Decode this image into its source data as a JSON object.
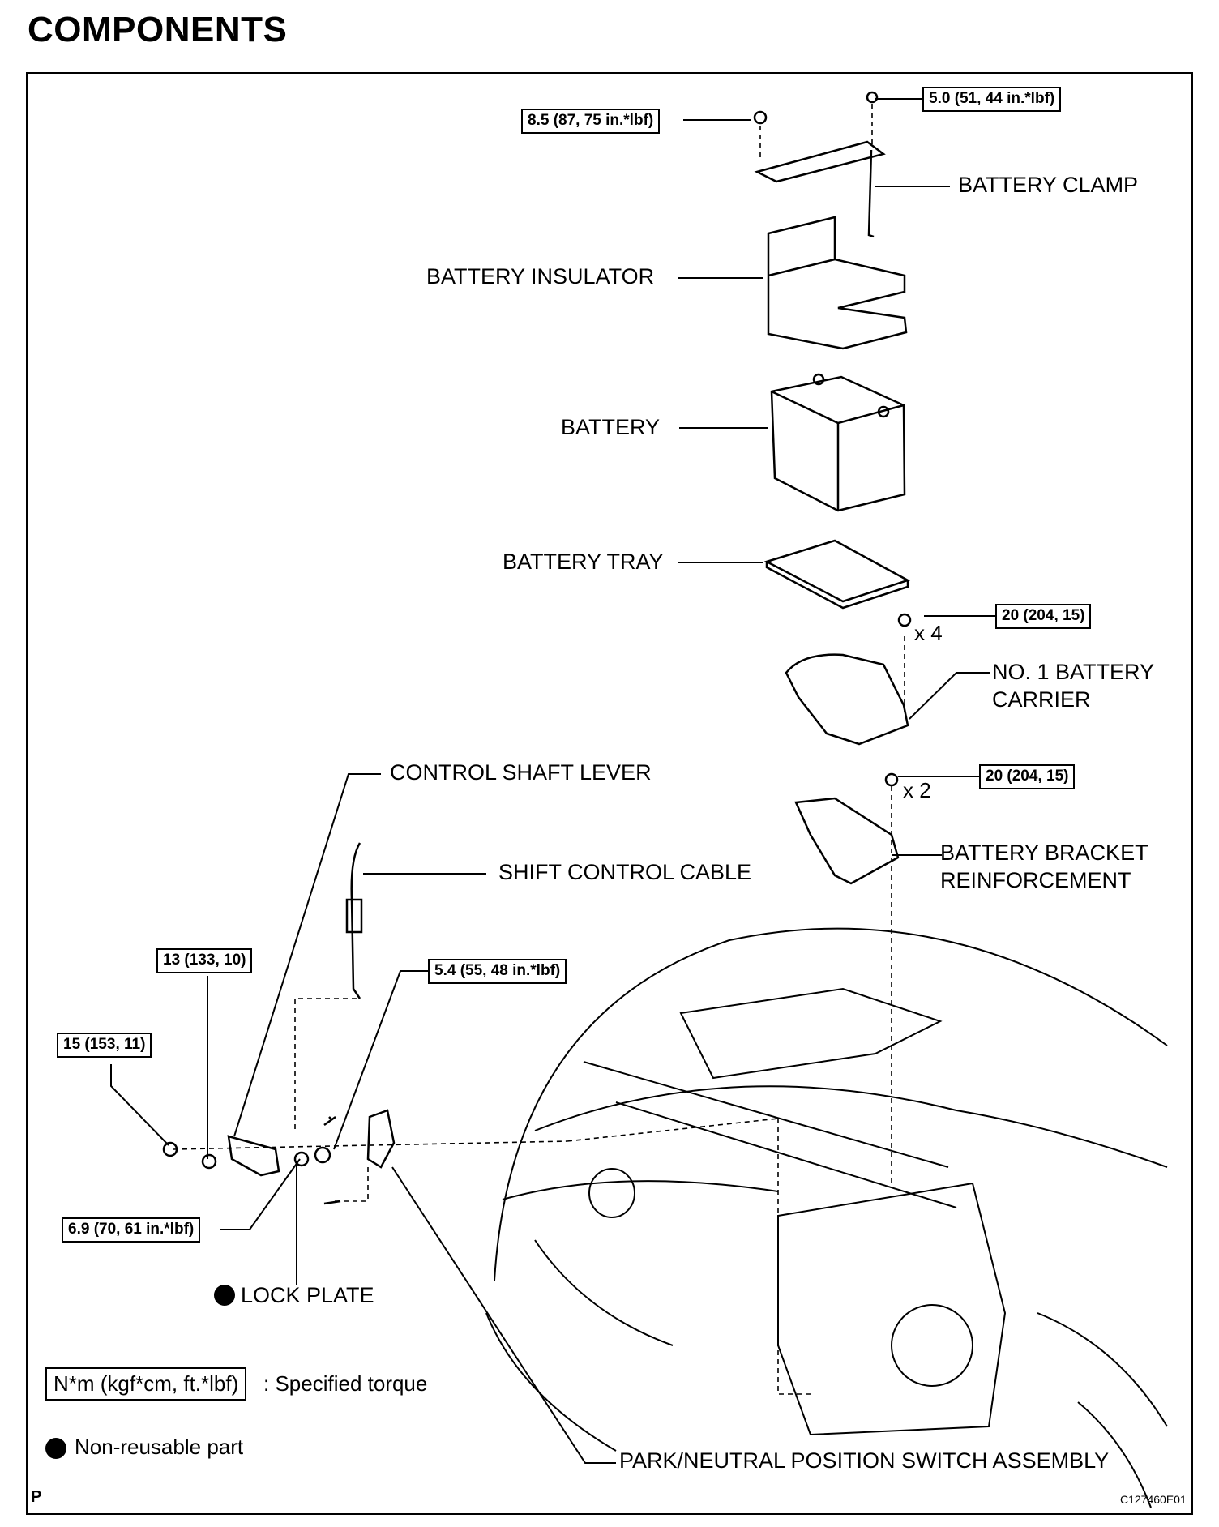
{
  "title": "COMPONENTS",
  "labels": {
    "battery_clamp": "BATTERY CLAMP",
    "battery_insulator": "BATTERY INSULATOR",
    "battery": "BATTERY",
    "battery_tray": "BATTERY TRAY",
    "battery_carrier_1": "NO. 1 BATTERY",
    "battery_carrier_2": "CARRIER",
    "control_shaft_lever": "CONTROL SHAFT LEVER",
    "shift_control_cable": "SHIFT CONTROL CABLE",
    "bracket_reinforcement_1": "BATTERY BRACKET",
    "bracket_reinforcement_2": "REINFORCEMENT",
    "lock_plate": "LOCK PLATE",
    "pnp_switch": "PARK/NEUTRAL POSITION SWITCH ASSEMBLY"
  },
  "torques": {
    "clamp_bolt": "8.5 (87, 75 in.*lbf)",
    "clamp_nut": "5.0 (51, 44 in.*lbf)",
    "carrier_bolt": "20 (204, 15)",
    "reinforcement_bolt": "20 (204, 15)",
    "lever_nut": "13 (133, 10)",
    "switch_bolt": "5.4 (55, 48 in.*lbf)",
    "cable_nut": "15 (153, 11)",
    "shaft_nut": "6.9 (70, 61 in.*lbf)"
  },
  "quantities": {
    "carrier_bolt_qty": "x 4",
    "reinforcement_bolt_qty": "x 2"
  },
  "legend": {
    "torque_box": "N*m (kgf*cm, ft.*lbf)",
    "torque_desc": ": Specified torque",
    "nonreusable_desc": "Non-reusable part"
  },
  "corner_letter": "P",
  "figure_code": "C127460E01"
}
